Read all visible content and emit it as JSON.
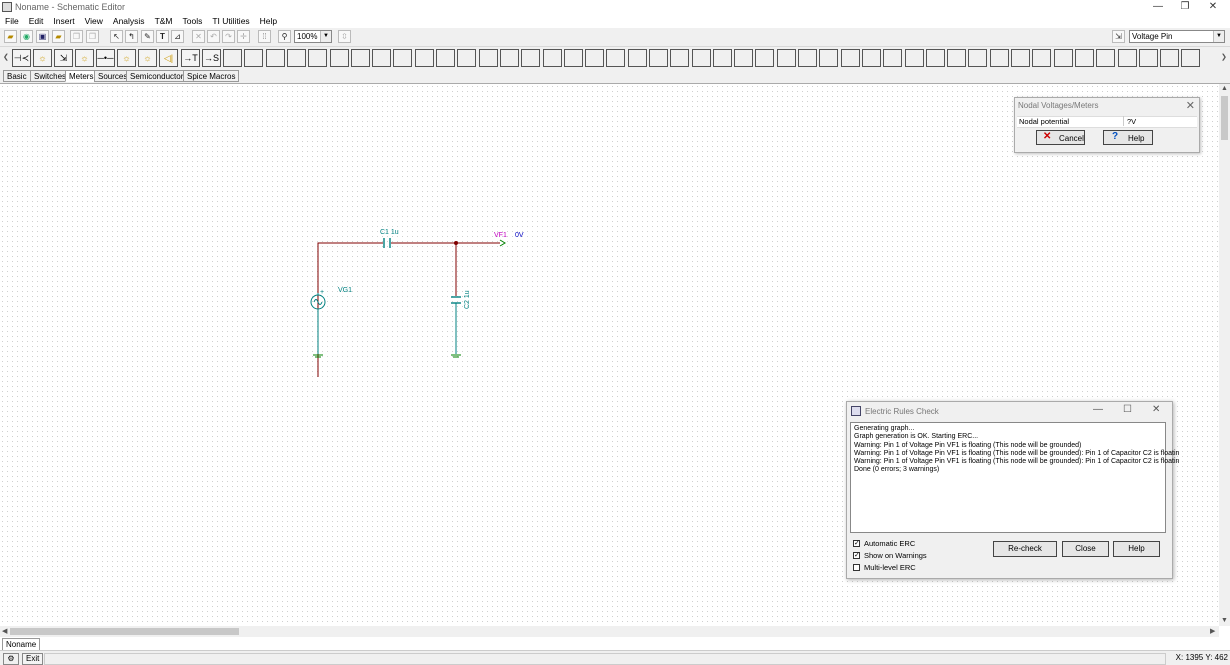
{
  "window": {
    "title": "Noname - Schematic Editor",
    "controls": [
      "—",
      "❐",
      "✕"
    ]
  },
  "menu": [
    "File",
    "Edit",
    "Insert",
    "View",
    "Analysis",
    "T&M",
    "Tools",
    "TI Utilities",
    "Help"
  ],
  "toolbar": {
    "zoom": "100%",
    "component_select": "Voltage Pin"
  },
  "component_tabs": [
    {
      "label": "Basic",
      "active": false
    },
    {
      "label": "Switches",
      "active": false
    },
    {
      "label": "Meters",
      "active": true
    },
    {
      "label": "Sources",
      "active": false
    },
    {
      "label": "Semiconductors",
      "active": false
    },
    {
      "label": "Spice Macros",
      "active": false
    }
  ],
  "palette": {
    "items": [
      "⊣≺",
      "☼",
      "⇲",
      "☼",
      "─•─",
      "☼",
      "☼",
      "◁|",
      "→T",
      "→S"
    ]
  },
  "schematic": {
    "c1_label": "C1 1u",
    "c2_label": "C2 1u",
    "vf1_name": "VF1",
    "vf1_value": "0V",
    "vg1_label": "VG1",
    "plus": "+"
  },
  "nodal_dialog": {
    "title": "Nodal Voltages/Meters",
    "row_label": "Nodal potential",
    "row_value": "?V",
    "cancel": "Cancel",
    "help": "Help"
  },
  "erc_dialog": {
    "title": "Electric Rules Check",
    "log": [
      "Generating graph...",
      "Graph generation is OK. Starting ERC...",
      "Warning: Pin 1 of Voltage Pin VF1 is floating  (This node will be grounded)",
      "Warning: Pin 1 of Voltage Pin VF1 is floating  (This node will be grounded): Pin 1 of Capacitor C2 is floatin",
      "Warning: Pin 1 of Voltage Pin VF1 is floating  (This node will be grounded): Pin 1 of Capacitor C2 is floatin",
      "Done (0 errors; 3 warnings)"
    ],
    "options": [
      {
        "label": "Automatic ERC",
        "checked": true
      },
      {
        "label": "Show on Warnings",
        "checked": true
      },
      {
        "label": "Multi-level ERC",
        "checked": false
      }
    ],
    "recheck": "Re-check",
    "close": "Close",
    "help": "Help"
  },
  "doc_tab": "Noname",
  "status": {
    "exit": "Exit",
    "coords": "X: 1395 Y: 462"
  },
  "colors": {
    "wire": "#800000",
    "component": "#008080",
    "pin_label": "#c000c0",
    "value_label": "#0000c0",
    "ground": "#008000"
  }
}
